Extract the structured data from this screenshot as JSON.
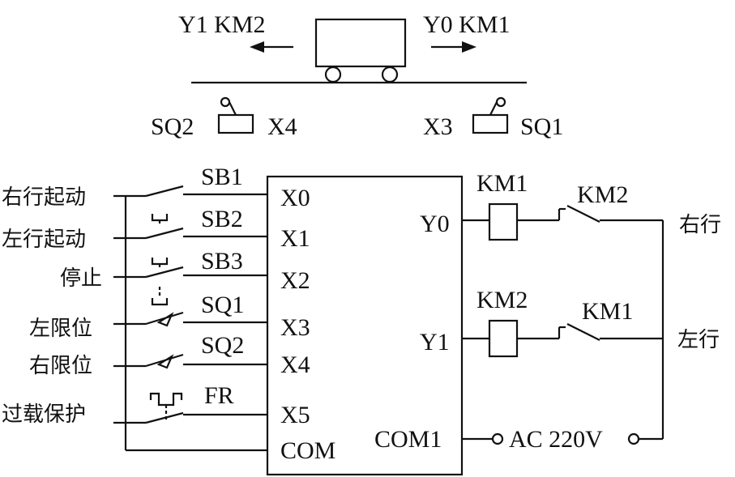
{
  "cart": {
    "left_label": "Y1 KM2",
    "right_label": "Y0 KM1",
    "limit_left_sq": "SQ2",
    "limit_left_x": "X4",
    "limit_right_x": "X3",
    "limit_right_sq": "SQ1"
  },
  "inputs": [
    {
      "label": "右行起动",
      "device": "SB1",
      "terminal": "X0"
    },
    {
      "label": "左行起动",
      "device": "SB2",
      "terminal": "X1"
    },
    {
      "label": "停止",
      "device": "SB3",
      "terminal": "X2"
    },
    {
      "label": "左限位",
      "device": "SQ1",
      "terminal": "X3"
    },
    {
      "label": "右限位",
      "device": "SQ2",
      "terminal": "X4"
    },
    {
      "label": "过载保护",
      "device": "FR",
      "terminal": "X5"
    }
  ],
  "com_label": "COM",
  "outputs": [
    {
      "terminal": "Y0",
      "coil": "KM1",
      "contact": "KM2",
      "label": "右行"
    },
    {
      "terminal": "Y1",
      "coil": "KM2",
      "contact": "KM1",
      "label": "左行"
    }
  ],
  "com1_label": "COM1",
  "power_label": "AC 220V"
}
